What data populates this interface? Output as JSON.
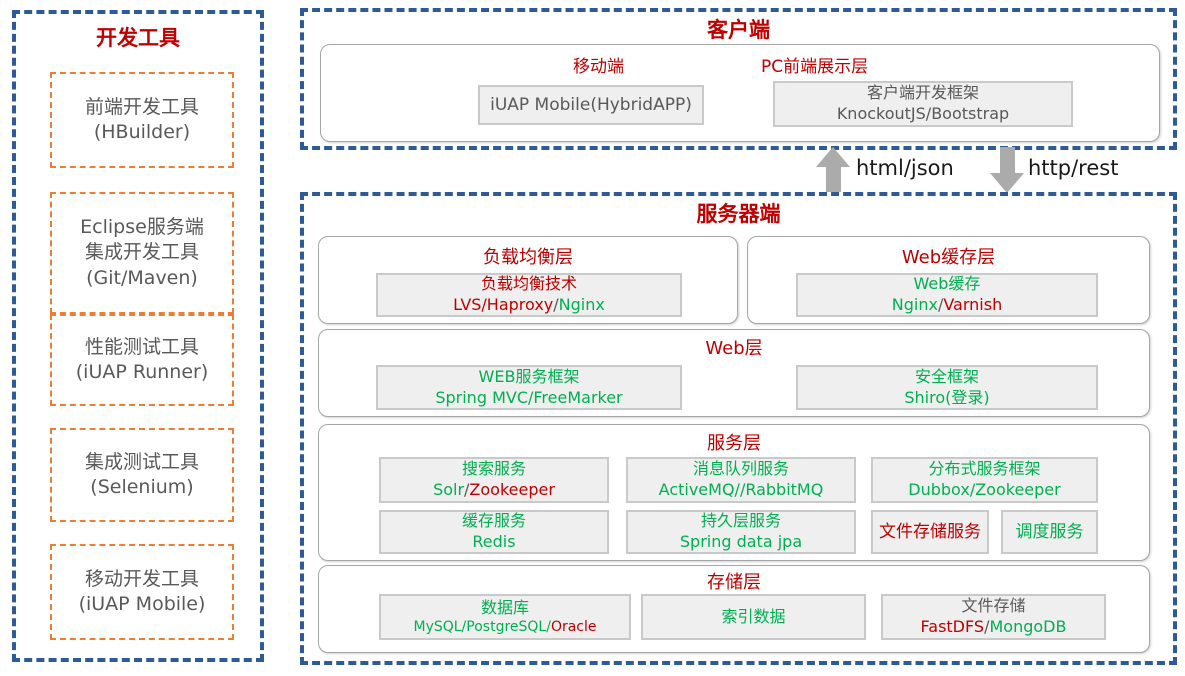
{
  "colors": {
    "accent_red": "#C00000",
    "accent_green": "#00B050",
    "text_gray": "#595959",
    "blue_dashed_border": "#2E5B97",
    "orange_dashed_border": "#ED7D31",
    "box_fill": "#EFEFEF",
    "arrow_gray": "#ABABAB"
  },
  "dev_tools": {
    "title": "开发工具",
    "items": [
      {
        "line1": "前端开发工具",
        "line2": "(HBuilder)"
      },
      {
        "line1": "Eclipse服务端",
        "line2": "集成开发工具",
        "line3": "(Git/Maven)"
      },
      {
        "line1": "性能测试工具",
        "line2": "(iUAP Runner)"
      },
      {
        "line1": "集成测试工具",
        "line2": "(Selenium)"
      },
      {
        "line1": "移动开发工具",
        "line2": "(iUAP Mobile)"
      }
    ]
  },
  "client": {
    "title": "客户端",
    "mobile_label": "移动端",
    "pc_label": "PC前端展示层",
    "mobile_box": "iUAP Mobile(HybridAPP)",
    "pc_box": {
      "line1": "客户端开发框架",
      "line2": "KnockoutJS/Bootstrap"
    }
  },
  "connectors": {
    "upload": "html/json",
    "download": "http/rest"
  },
  "server": {
    "title": "服务器端",
    "load_balance": {
      "header": "负载均衡层",
      "box_title": "负载均衡技术",
      "seg_red": "LVS/Haproxy",
      "seg_sep": "/",
      "seg_green": "Nginx"
    },
    "web_cache": {
      "header": "Web缓存层",
      "box_title": "Web缓存",
      "seg_green": "Nginx",
      "seg_sep": "/",
      "seg_red": "Varnish"
    },
    "web_layer": {
      "header": "Web层",
      "framework_title": "WEB服务框架",
      "framework_sub": "Spring MVC/FreeMarker",
      "security_title": "安全框架",
      "security_sub": "Shiro(登录)"
    },
    "service_layer": {
      "header": "服务层",
      "search_title": "搜索服务",
      "search_green": "Solr",
      "search_sep": "/",
      "search_red": "Zookeeper",
      "mq_title": "消息队列服务",
      "mq_sub": "ActiveMQ//RabbitMQ",
      "distributed_title": "分布式服务框架",
      "distributed_sub": "Dubbox/Zookeeper",
      "cache_title": "缓存服务",
      "cache_sub": "Redis",
      "persistence_title": "持久层服务",
      "persistence_sub": "Spring data jpa",
      "file_service": "文件存储服务",
      "scheduler_service": "调度服务"
    },
    "storage_layer": {
      "header": "存储层",
      "db_title": "数据库",
      "db_green": "MySQL/PostgreSQL/",
      "db_red": "Oracle",
      "index_title": "索引数据",
      "file_title": "文件存储",
      "file_red": "FastDFS",
      "file_sep": "/",
      "file_green": "MongoDB"
    }
  }
}
